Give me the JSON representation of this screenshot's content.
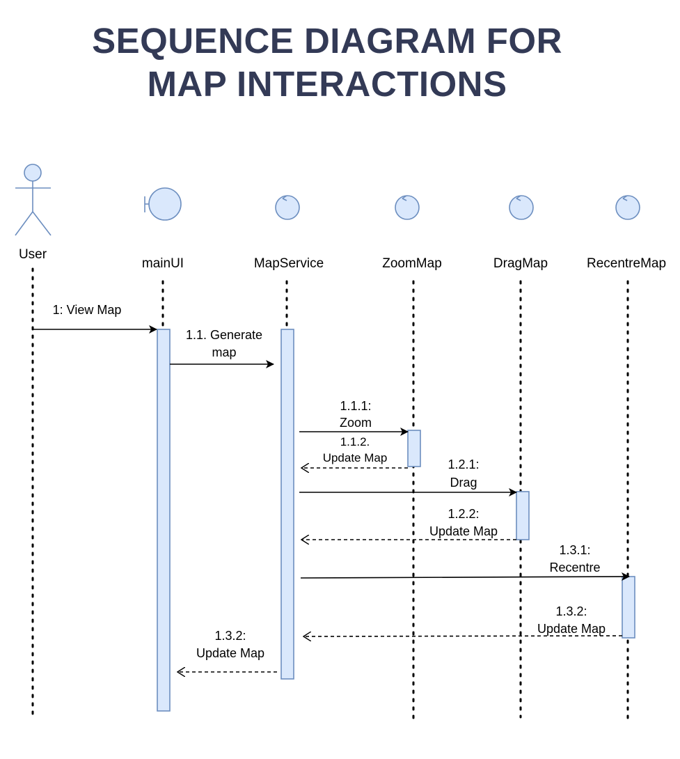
{
  "title": {
    "line1": "SEQUENCE DIAGRAM FOR",
    "line2": "MAP INTERACTIONS"
  },
  "participants": [
    {
      "name": "User",
      "type": "actor"
    },
    {
      "name": "mainUI",
      "type": "boundary"
    },
    {
      "name": "MapService",
      "type": "control"
    },
    {
      "name": "ZoomMap",
      "type": "control"
    },
    {
      "name": "DragMap",
      "type": "control"
    },
    {
      "name": "RecentreMap",
      "type": "control"
    }
  ],
  "messages": [
    {
      "lines": [
        "1: View Map"
      ],
      "kind": "sync",
      "from": "User",
      "to": "mainUI"
    },
    {
      "lines": [
        "1.1. Generate",
        "map"
      ],
      "kind": "sync",
      "from": "mainUI",
      "to": "MapService"
    },
    {
      "lines": [
        "1.1.1:",
        "Zoom"
      ],
      "kind": "sync",
      "from": "MapService",
      "to": "ZoomMap"
    },
    {
      "lines": [
        "1.1.2.",
        "Update Map"
      ],
      "kind": "return",
      "from": "ZoomMap",
      "to": "MapService"
    },
    {
      "lines": [
        "1.2.1:",
        "Drag"
      ],
      "kind": "sync",
      "from": "MapService",
      "to": "DragMap"
    },
    {
      "lines": [
        "1.2.2:",
        "Update Map"
      ],
      "kind": "return",
      "from": "DragMap",
      "to": "MapService"
    },
    {
      "lines": [
        "1.3.1:",
        "Recentre"
      ],
      "kind": "sync",
      "from": "MapService",
      "to": "RecentreMap"
    },
    {
      "lines": [
        "1.3.2:",
        "Update Map"
      ],
      "kind": "return",
      "from": "RecentreMap",
      "to": "MapService"
    },
    {
      "lines": [
        "1.3.2:",
        "Update Map"
      ],
      "kind": "return",
      "from": "MapService",
      "to": "mainUI"
    }
  ],
  "colors": {
    "title": "#333a56",
    "icon_fill": "#dae8fc",
    "icon_stroke": "#6c8ebf",
    "activation_fill": "#dae8fc",
    "activation_stroke": "#6c8ebf",
    "line": "#000000"
  }
}
